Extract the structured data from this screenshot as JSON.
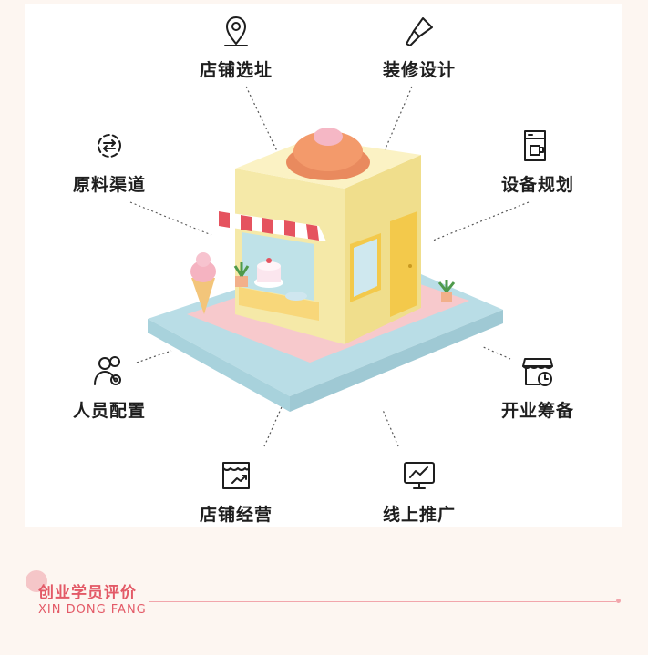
{
  "features": [
    {
      "key": "store-location",
      "label": "店铺选址",
      "icon": "location-pin-icon"
    },
    {
      "key": "decoration-design",
      "label": "装修设计",
      "icon": "paint-brush-icon"
    },
    {
      "key": "raw-materials",
      "label": "原料渠道",
      "icon": "supply-cycle-icon"
    },
    {
      "key": "equipment-planning",
      "label": "设备规划",
      "icon": "coffee-machine-icon"
    },
    {
      "key": "staffing",
      "label": "人员配置",
      "icon": "team-gear-icon"
    },
    {
      "key": "opening-prep",
      "label": "开业筹备",
      "icon": "storefront-clock-icon"
    },
    {
      "key": "store-operation",
      "label": "店铺经营",
      "icon": "shop-trend-icon"
    },
    {
      "key": "online-promotion",
      "label": "线上推广",
      "icon": "monitor-chart-icon"
    }
  ],
  "footer": {
    "title": "创业学员评价",
    "subtitle": "XIN DONG FANG"
  },
  "colors": {
    "accent": "#e35a67",
    "rule": "#f2a6ac",
    "background": "#fdf6f1"
  }
}
